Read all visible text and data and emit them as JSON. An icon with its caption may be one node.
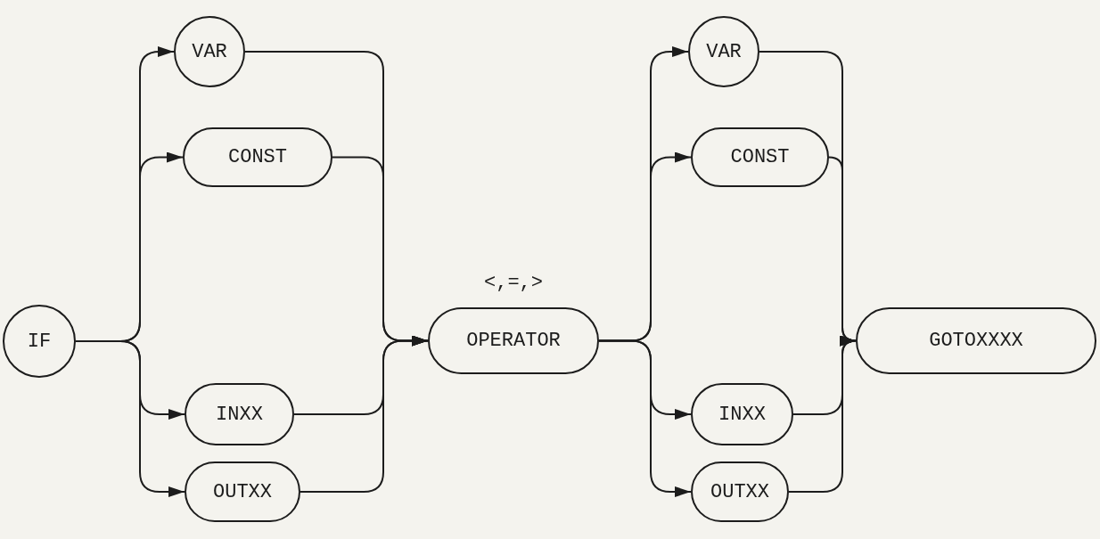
{
  "diagram": {
    "nodes": [
      {
        "text": [
          "IF"
        ]
      },
      {
        "text": [
          "VAR"
        ]
      },
      {
        "text": [
          "CONST"
        ]
      },
      {
        "text": [
          "INXX"
        ]
      },
      {
        "text": [
          "OUTXX"
        ]
      },
      {
        "text": [
          "OPERATOR"
        ],
        "beside": [
          "<,=,>"
        ]
      },
      {
        "text": [
          "VAR"
        ]
      },
      {
        "text": [
          "CONST"
        ]
      },
      {
        "text": [
          "INXX"
        ]
      },
      {
        "text": [
          "OUTXX"
        ]
      },
      {
        "text": [
          "GOTOXXXX"
        ]
      }
    ],
    "edges": [
      {
        "from": 0,
        "to": 1,
        "arrow": "to"
      },
      {
        "from": 0,
        "to": 2,
        "arrow": "to"
      },
      {
        "from": 0,
        "to": 3,
        "arrow": "to"
      },
      {
        "from": 0,
        "to": 4,
        "arrow": "to"
      },
      {
        "from": 1,
        "to": 5,
        "arrow": "to"
      },
      {
        "from": 2,
        "to": 5,
        "arrow": "to"
      },
      {
        "from": 3,
        "to": 5,
        "arrow": "to"
      },
      {
        "from": 4,
        "to": 5,
        "arrow": "to"
      },
      {
        "from": 5,
        "to": 6,
        "arrow": "to"
      },
      {
        "from": 5,
        "to": 7,
        "arrow": "to"
      },
      {
        "from": 5,
        "to": 8,
        "arrow": "to"
      },
      {
        "from": 5,
        "to": 9,
        "arrow": "to"
      },
      {
        "from": 6,
        "to": 10,
        "arrow": "to"
      },
      {
        "from": 7,
        "to": 10,
        "arrow": "to"
      },
      {
        "from": 8,
        "to": 10,
        "arrow": "to"
      },
      {
        "from": 9,
        "to": 10,
        "arrow": "to"
      }
    ]
  }
}
